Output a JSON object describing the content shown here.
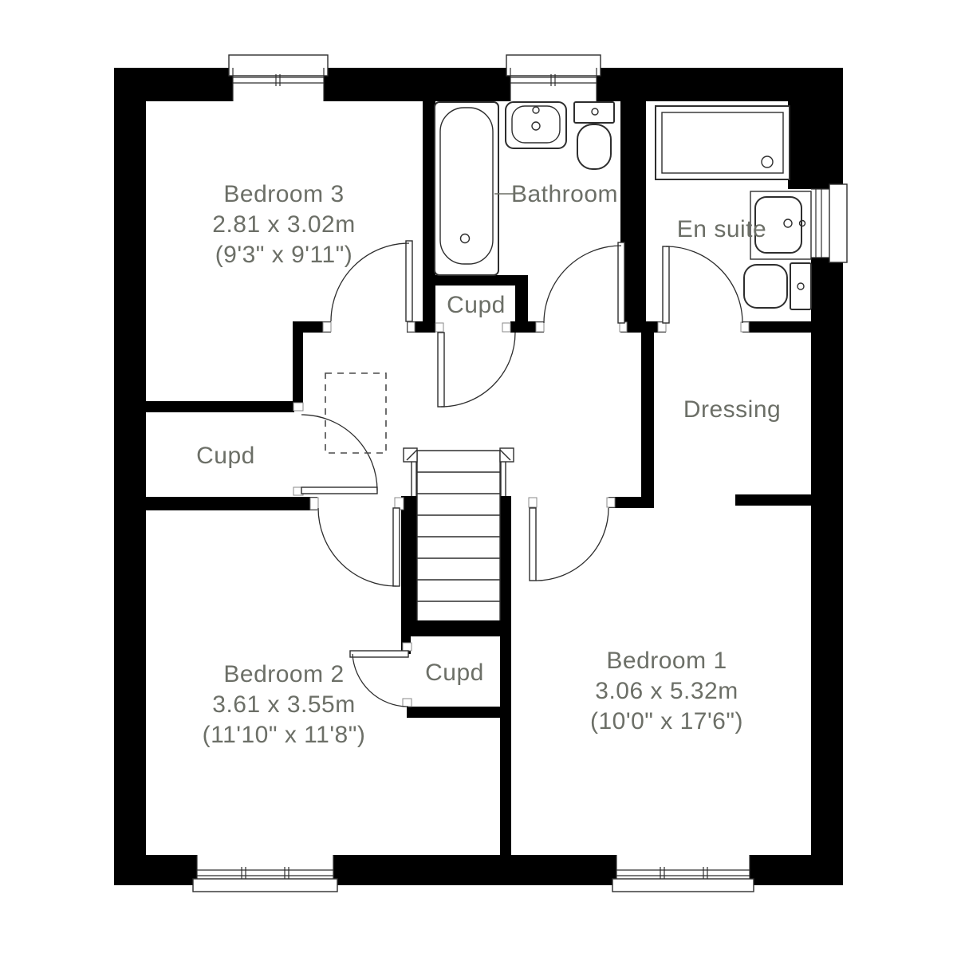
{
  "rooms": {
    "bedroom3": {
      "name": "Bedroom 3",
      "dims_m": "2.81 x 3.02m",
      "dims_ft": "(9'3\" x 9'11\")"
    },
    "bathroom": {
      "name": "Bathroom"
    },
    "ensuite": {
      "name": "En suite"
    },
    "dressing": {
      "name": "Dressing"
    },
    "cupd_mid": {
      "name": "Cupd"
    },
    "cupd_left": {
      "name": "Cupd"
    },
    "cupd_bottom": {
      "name": "Cupd"
    },
    "bedroom2": {
      "name": "Bedroom 2",
      "dims_m": "3.61 x 3.55m",
      "dims_ft": "(11'10\" x 11'8\")"
    },
    "bedroom1": {
      "name": "Bedroom 1",
      "dims_m": "3.06 x 5.32m",
      "dims_ft": "(10'0\" x 17'6\")"
    }
  },
  "colors": {
    "wall": "#000000",
    "label_text": "#6c6f67",
    "line": "#2e2e2e",
    "background": "#ffffff"
  }
}
